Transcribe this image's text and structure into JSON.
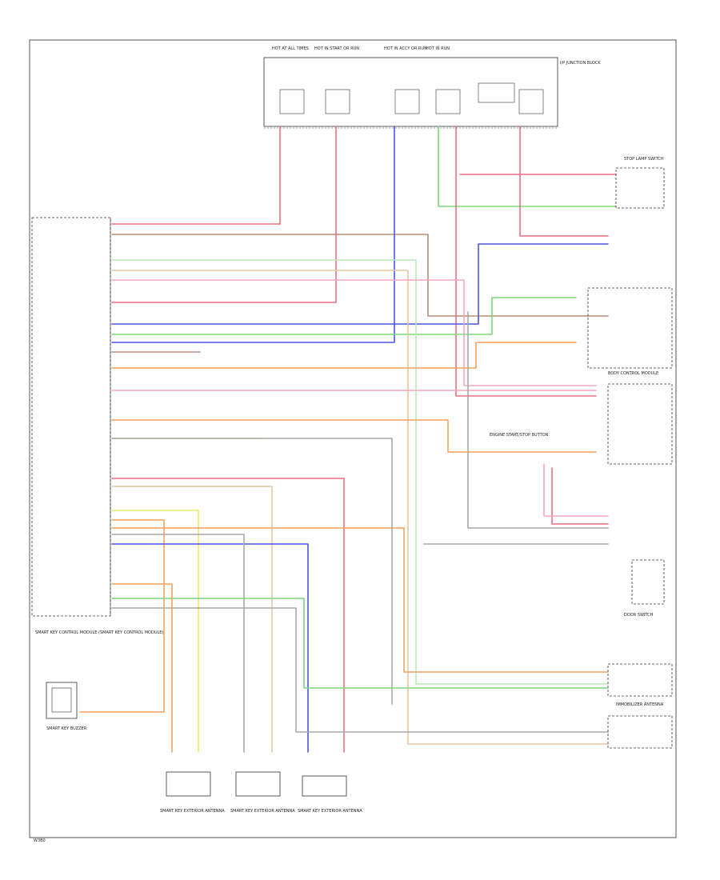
{
  "colors": {
    "red": "#ee6f80",
    "pink": "#f6a6bf",
    "brown": "#b58d74",
    "blue": "#4b55e4",
    "green": "#7cd77c",
    "light_green": "#b8eab8",
    "orange": "#f5a15d",
    "yellow": "#ebeb6a",
    "tan": "#e3c8a0",
    "gray": "#a8a8a8",
    "dark": "#333333"
  },
  "fuse_box": {
    "power_labels": [
      "HOT AT ALL TIMES",
      "HOT IN START OR RUN",
      "HOT IN ACCY OR RUN",
      "HOT IN RUN"
    ],
    "name": "I/P JUNCTION BLOCK"
  },
  "module": {
    "name": "SMART KEY CONTROL MODULE (SMART KEY CONTROL MODULE)"
  },
  "components": {
    "antenna_left": "SMART KEY EXTERIOR ANTENNA",
    "antenna_middle": "SMART KEY EXTERIOR ANTENNA",
    "antenna_right": "SMART KEY EXTERIOR ANTENNA",
    "buzzer": "SMART KEY BUZZER",
    "stop_lamp": "STOP LAMP SWITCH",
    "door_sw": "DOOR SWITCH",
    "immobilizer": "IMMOBILIZER ANTENNA",
    "start_button": "ENGINE START/STOP BUTTON",
    "bcm": "BODY CONTROL MODULE"
  },
  "footer": {
    "code": "W3B0"
  }
}
